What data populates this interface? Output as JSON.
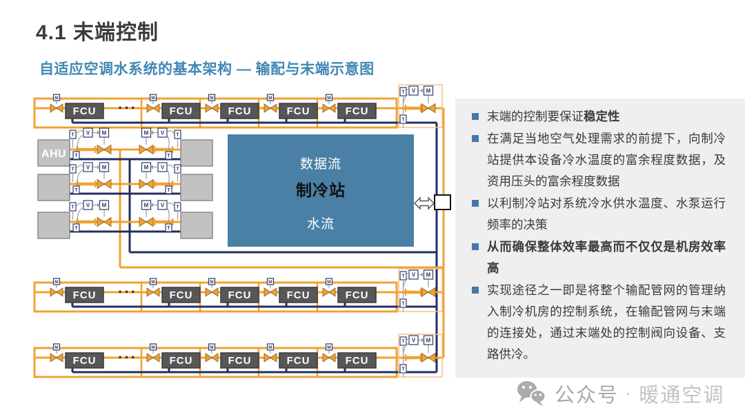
{
  "page": {
    "title": "4.1 末端控制",
    "subtitle": "自适应空调水系统的基本架构 — 输配与末端示意图"
  },
  "diagram": {
    "fcu_label": "FCU",
    "ahu_label": "AHU",
    "ellipsis": "···",
    "station": {
      "line1": "数据流",
      "line2": "制冷站",
      "line3": "水流"
    },
    "tags": {
      "motor": "M",
      "controller": "V",
      "sensor": "T"
    },
    "colors": {
      "orange": "#F0A232",
      "navy": "#232E60",
      "steel_blue": "#4A80A6",
      "station_text": "#FFFFFF",
      "station_mid_text": "#111111",
      "gray_box": "#C2C2C2",
      "gray_box_border": "#8A8A8A",
      "fcu_fill": "#575757",
      "fcu_border": "#3C3C3C",
      "fcu_text": "#FFFFFF",
      "group_border": "#F6BE8C",
      "signal": "#9C9C9C",
      "tag_border": "#2C3A68",
      "ellipsis_color": "#333333",
      "connector_border": "#111111"
    }
  },
  "panel": {
    "bullets": [
      {
        "parts": [
          {
            "t": "末端的控制要保证",
            "b": false
          },
          {
            "t": "稳定性",
            "b": true
          }
        ]
      },
      {
        "parts": [
          {
            "t": "在满足当地空气处理需求的前提下，向制冷站提供本设备冷水温度的富余程度数据，及资用压头的富余程度数据",
            "b": false
          }
        ]
      },
      {
        "parts": [
          {
            "t": "以利制冷站对系统冷水供水温度、水泵运行频率的决策",
            "b": false
          }
        ]
      },
      {
        "parts": [
          {
            "t": "从而确保整体效率最高而不仅仅是机房效率高",
            "b": true
          }
        ]
      },
      {
        "parts": [
          {
            "t": "实现途径之一即是将整个输配管网的管理纳入制冷机房的控制系统，在输配管网与末端的连接处，通过末端处的控制阀向设备、支路供冷。",
            "b": false
          }
        ]
      }
    ]
  },
  "watermark": {
    "account": "公众号",
    "separator": "·",
    "name": "暖通空调"
  }
}
